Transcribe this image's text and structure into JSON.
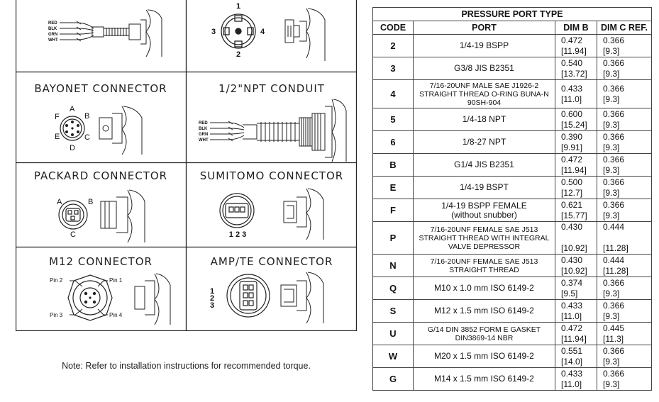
{
  "connectors": {
    "cells": [
      {
        "title": ""
      },
      {
        "title": ""
      },
      {
        "title": "BAYONET CONNECTOR"
      },
      {
        "title": "1/2\"NPT CONDUIT"
      },
      {
        "title": "PACKARD CONNECTOR"
      },
      {
        "title": "SUMITOMO CONNECTOR"
      },
      {
        "title": "M12 CONNECTOR"
      },
      {
        "title": "AMP/TE CONNECTOR"
      }
    ],
    "wires": [
      "RED",
      "BLK",
      "GRN",
      "WHT"
    ],
    "din_pins": [
      "1",
      "2",
      "3",
      "4"
    ],
    "bayonet_pins": [
      "A",
      "B",
      "C",
      "D",
      "E",
      "F"
    ],
    "packard_pins": [
      "A",
      "B",
      "C"
    ],
    "sumitomo_pins": "1 2 3",
    "m12_pins": [
      "Pin 1",
      "Pin 2",
      "Pin 3",
      "Pin 4"
    ],
    "amp_pins": [
      "1",
      "2",
      "3"
    ]
  },
  "note": "Note: Refer to installation instructions for recommended torque.",
  "table": {
    "title": "PRESSURE PORT TYPE",
    "headers": [
      "CODE",
      "PORT",
      "DIM B",
      "DIM C REF."
    ],
    "rows": [
      {
        "code": "2",
        "port": "1/4-19 BSPP",
        "dim_b": "0.472",
        "dim_b_mm": "[11.94]",
        "dim_c": "0.366",
        "dim_c_mm": "[9.3]"
      },
      {
        "code": "3",
        "port": "G3/8 JIS B2351",
        "dim_b": "0.540",
        "dim_b_mm": "[13.72]",
        "dim_c": "0.366",
        "dim_c_mm": "[9.3]"
      },
      {
        "code": "4",
        "port": "7/16-20UNF MALE SAE J1926-2 STRAIGHT THREAD O-RING BUNA-N 90SH-904",
        "dim_b": "0.433",
        "dim_b_mm": "[11.0]",
        "dim_c": "0.366",
        "dim_c_mm": "[9.3]"
      },
      {
        "code": "5",
        "port": "1/4-18 NPT",
        "dim_b": "0.600",
        "dim_b_mm": "[15.24]",
        "dim_c": "0.366",
        "dim_c_mm": "[9.3]"
      },
      {
        "code": "6",
        "port": "1/8-27 NPT",
        "dim_b": "0.390",
        "dim_b_mm": "[9.91]",
        "dim_c": "0.366",
        "dim_c_mm": "[9.3]"
      },
      {
        "code": "B",
        "port": "G1/4 JIS B2351",
        "dim_b": "0.472",
        "dim_b_mm": "[11.94]",
        "dim_c": "0.366",
        "dim_c_mm": "[9.3]"
      },
      {
        "code": "E",
        "port": "1/4-19 BSPT",
        "dim_b": "0.500",
        "dim_b_mm": "[12.7]",
        "dim_c": "0.366",
        "dim_c_mm": "[9.3]"
      },
      {
        "code": "F",
        "port": "1/4-19 BSPP FEMALE",
        "port2": "(without snubber)",
        "dim_b": "0.621",
        "dim_b_mm": "[15.77]",
        "dim_c": "0.366",
        "dim_c_mm": "[9.3]"
      },
      {
        "code": "P",
        "port": "7/16-20UNF FEMALE SAE J513 STRAIGHT THREAD WITH INTEGRAL VALVE DEPRESSOR",
        "dim_b": "0.430",
        "dim_b_mm": "[10.92]",
        "dim_c": "0.444",
        "dim_c_mm": "[11.28]"
      },
      {
        "code": "N",
        "port": "7/16-20UNF FEMALE SAE J513 STRAIGHT THREAD",
        "dim_b": "0.430",
        "dim_b_mm": "[10.92]",
        "dim_c": "0.444",
        "dim_c_mm": "[11.28]"
      },
      {
        "code": "Q",
        "port": "M10 x 1.0 mm ISO 6149-2",
        "dim_b": "0.374",
        "dim_b_mm": "[9.5]",
        "dim_c": "0.366",
        "dim_c_mm": "[9.3]"
      },
      {
        "code": "S",
        "port": "M12 x 1.5 mm ISO 6149-2",
        "dim_b": "0.433",
        "dim_b_mm": "[11.0]",
        "dim_c": "0.366",
        "dim_c_mm": "[9.3]"
      },
      {
        "code": "U",
        "port": "G/14 DIN 3852 FORM E GASKET DIN3869-14 NBR",
        "dim_b": "0.472",
        "dim_b_mm": "[11.94]",
        "dim_c": "0.445",
        "dim_c_mm": "[11.3]"
      },
      {
        "code": "W",
        "port": "M20 x 1.5 mm ISO 6149-2",
        "dim_b": "0.551",
        "dim_b_mm": "[14.0]",
        "dim_c": "0.366",
        "dim_c_mm": "[9.3]"
      },
      {
        "code": "G",
        "port": "M14 x 1.5 mm ISO 6149-2",
        "dim_b": "0.433",
        "dim_b_mm": "[11.0]",
        "dim_c": "0.366",
        "dim_c_mm": "[9.3]"
      }
    ]
  }
}
